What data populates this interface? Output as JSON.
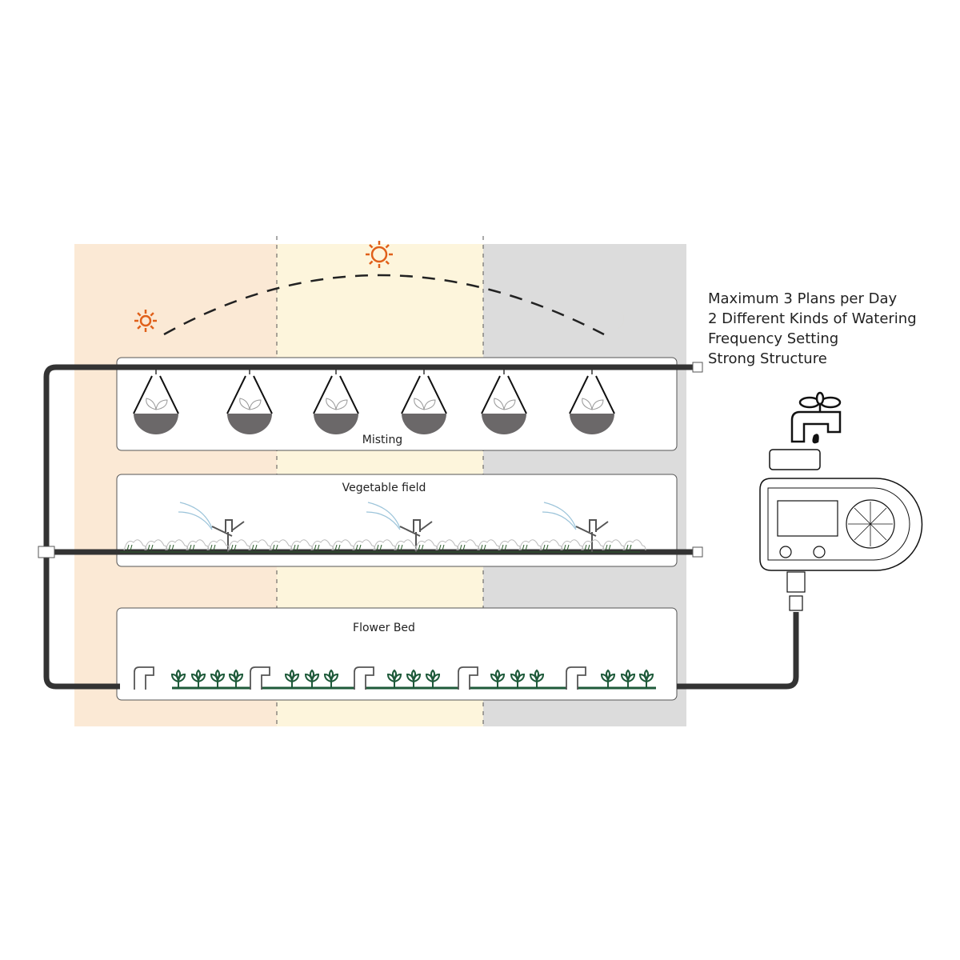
{
  "features": [
    "Maximum 3 Plans per Day",
    "2 Different Kinds of Watering",
    "Frequency Setting",
    "Strong Structure"
  ],
  "zones": {
    "misting": "Misting",
    "vegetable": "Vegetable field",
    "flower": "Flower Bed"
  },
  "colors": {
    "morning": "#fbe9d5",
    "noon": "#fdf5dc",
    "night": "#dcdcdc",
    "pipe": "#333333",
    "sun": "#e0601a",
    "moon": "#f0a020",
    "plant": "#1e5a3a"
  }
}
